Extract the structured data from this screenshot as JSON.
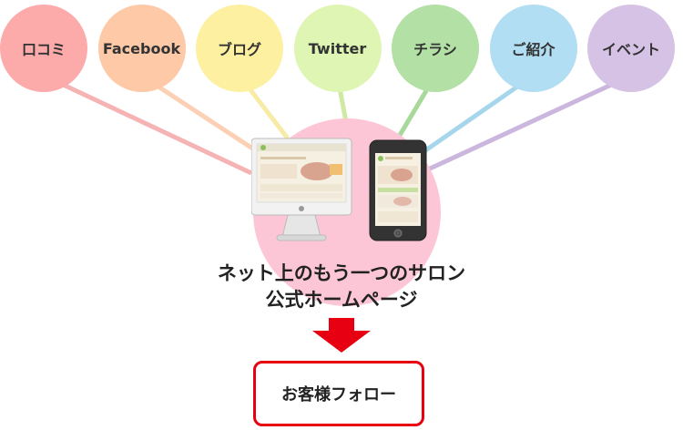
{
  "channels": [
    {
      "label": "口コミ",
      "color": "#fcaaaa",
      "line": "#f6b3b3"
    },
    {
      "label": "Facebook",
      "color": "#fdc9a6",
      "line": "#fbd0b4"
    },
    {
      "label": "ブログ",
      "color": "#fdf0a0",
      "line": "#f8eba5"
    },
    {
      "label": "Twitter",
      "color": "#def5b3",
      "line": "#cfe9a4"
    },
    {
      "label": "チラシ",
      "color": "#b3e0a5",
      "line": "#a6d99a"
    },
    {
      "label": "ご紹介",
      "color": "#b1def2",
      "line": "#a6d6ec"
    },
    {
      "label": "イベント",
      "color": "#d6c2e4",
      "line": "#cbb6dd"
    }
  ],
  "hub": {
    "color": "#fcc6d6"
  },
  "caption": {
    "line1": "ネット上のもう一つのサロン",
    "line2": "公式ホームページ"
  },
  "arrow": {
    "color": "#e60012"
  },
  "cta": {
    "label": "お客様フォロー",
    "border_color": "#e60012"
  }
}
